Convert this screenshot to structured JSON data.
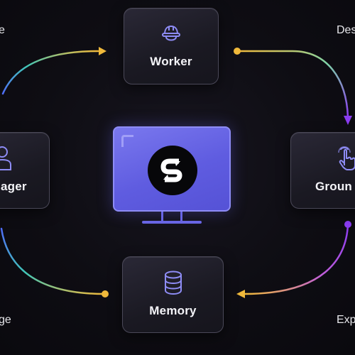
{
  "nodes": {
    "worker": {
      "label": "Worker",
      "icon": "worker-helmet-icon"
    },
    "manager": {
      "label": "ager",
      "icon": "person-icon"
    },
    "grounding": {
      "label": "Groun",
      "icon": "hand-tap-icon"
    },
    "memory": {
      "label": "Memory",
      "icon": "database-icon"
    },
    "center": {
      "icon": "s-logo-icon"
    }
  },
  "side_labels": {
    "top_left": "e",
    "top_right": "Des",
    "bottom_left": "ge",
    "bottom_right": "Exp"
  },
  "colors": {
    "background": "#0c0b11",
    "card_border": "#4a4858",
    "monitor": "#6562e4",
    "arrow_gold": "#f0b93b",
    "arrow_purple": "#8a3cf0",
    "arrow_blue": "#4f6cf7",
    "arrow_teal": "#3fc8c0"
  }
}
